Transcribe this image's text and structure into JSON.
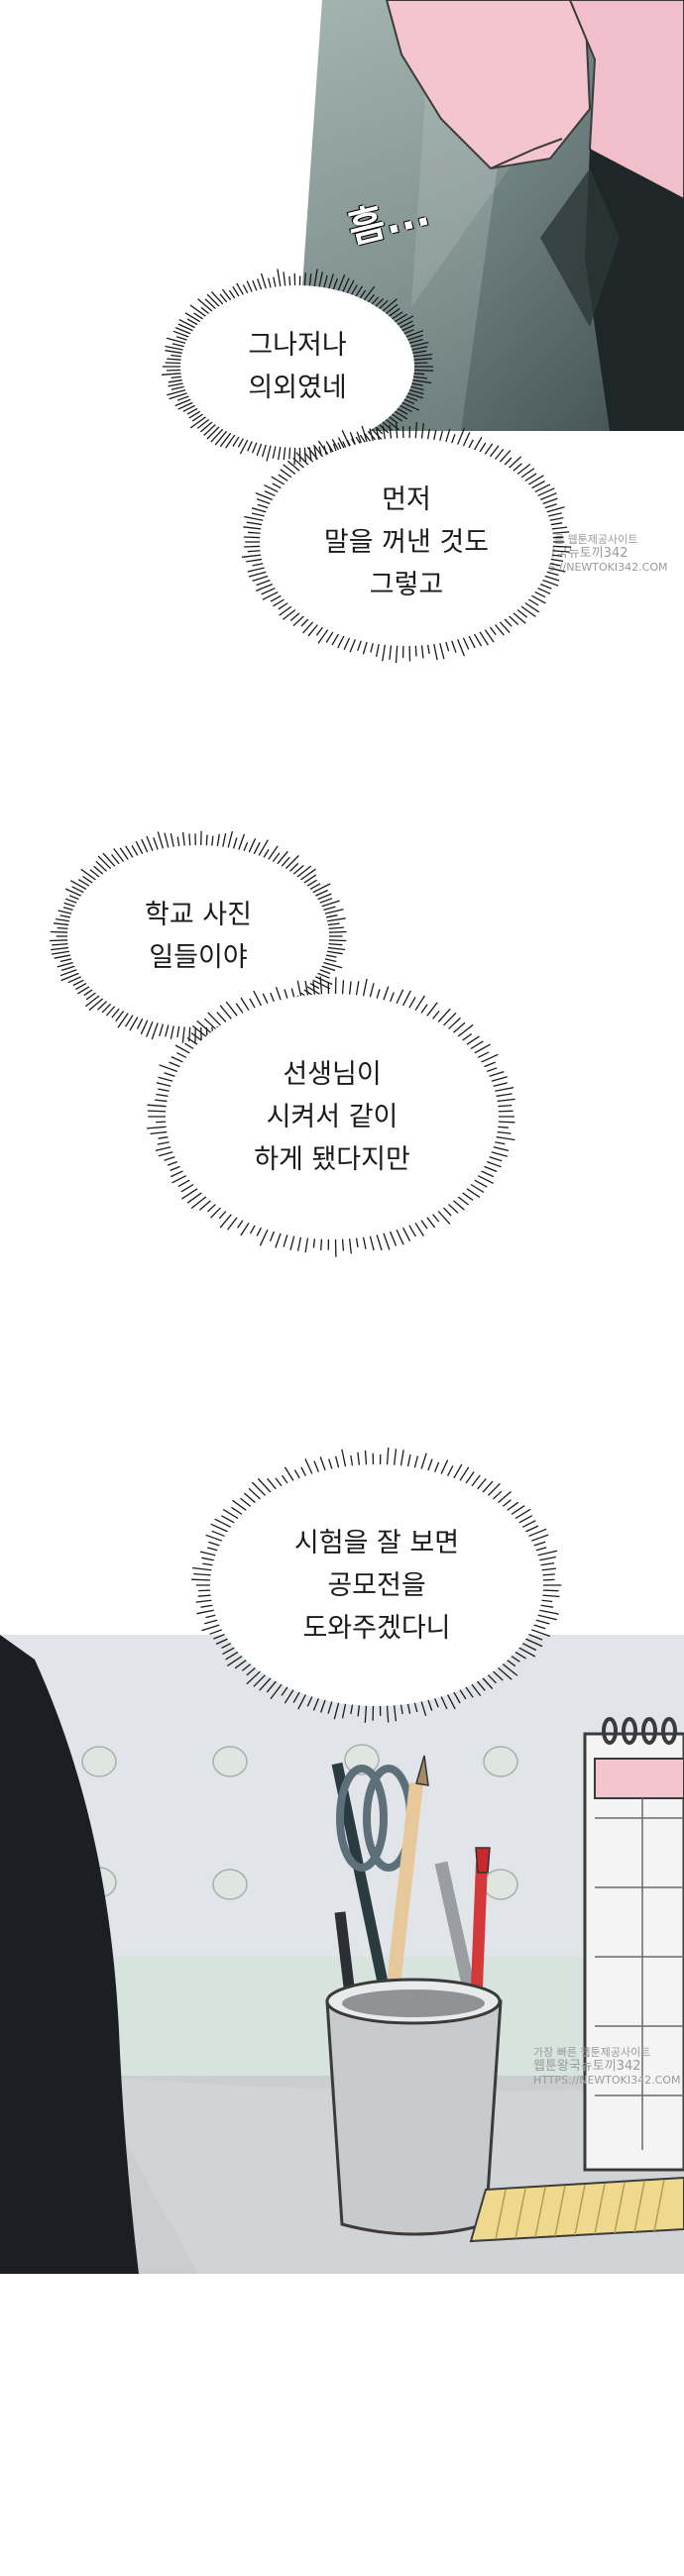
{
  "panels": {
    "top": {
      "sfx": "흠..."
    },
    "bottom": {}
  },
  "bubbles": [
    {
      "id": "b1",
      "lines": [
        "그나저나",
        "의외였네"
      ]
    },
    {
      "id": "b2",
      "lines": [
        "먼저",
        "말을 꺼낸 것도",
        "그렇고"
      ]
    },
    {
      "id": "b3",
      "lines": [
        "학교 사진",
        "일들이야"
      ]
    },
    {
      "id": "b4",
      "lines": [
        "선생님이",
        "시켜서 같이",
        "하게 됐다지만"
      ]
    },
    {
      "id": "b5",
      "lines": [
        "시험을 잘 보면",
        "공모전을",
        "도와주겠다니"
      ]
    }
  ],
  "watermarks": [
    {
      "lines": [
        "가장 빠른 웹툰제공사이트",
        "웹툰왕국뉴토끼342",
        "HTTPS://NEWTOKI342.COM"
      ]
    },
    {
      "lines": [
        "가장 빠른 웹툰제공사이트",
        "웹툰왕국뉴토끼342",
        "HTTPS://NEWTOKI342.COM"
      ]
    }
  ],
  "colors": {
    "panel_dark": "#4d5c5c",
    "panel_teal": "#8fa3a0",
    "skin_pink": "#f3c5cf",
    "wall": "#dfe2e6",
    "desk_top": "#d8e3de",
    "cup": "#c8cacc",
    "ink": "#1a1a1a"
  }
}
